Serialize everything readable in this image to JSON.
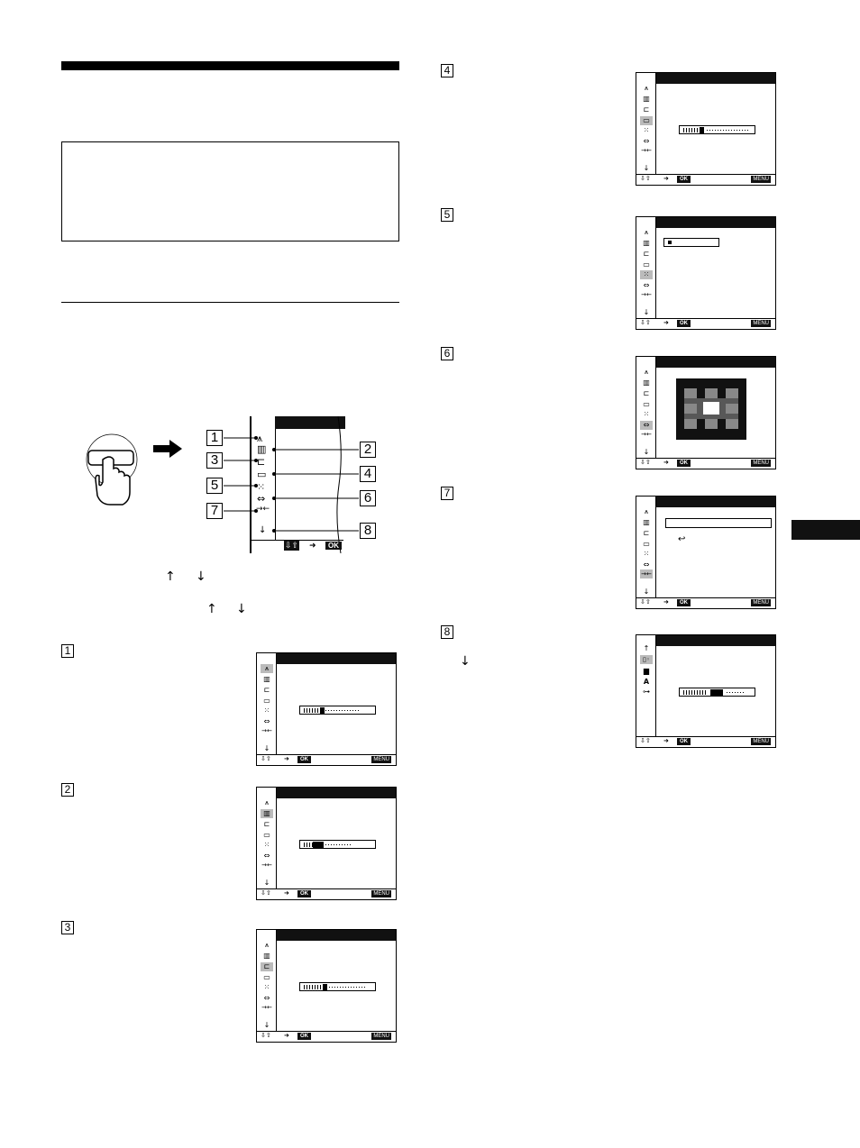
{
  "top_section": {
    "callouts": [
      "1",
      "2",
      "3",
      "4",
      "5",
      "6",
      "7",
      "8"
    ],
    "arrow_up_1": "↑",
    "arrow_down_1": "↓",
    "arrow_up_2": "↑",
    "arrow_down_2": "↓"
  },
  "main_menu_example": {
    "nav_label": "⇩⇧",
    "go_arrow": "➜",
    "ok_label": "OK"
  },
  "osd_common": {
    "nav_label": "⇩⇧",
    "go_arrow": "➜",
    "ok_label": "OK",
    "menu_label": "MENU"
  },
  "steps": [
    {
      "number": "1"
    },
    {
      "number": "2"
    },
    {
      "number": "3"
    },
    {
      "number": "4"
    },
    {
      "number": "5"
    },
    {
      "number": "6"
    },
    {
      "number": "7"
    },
    {
      "number": "8",
      "arrow": "↓"
    }
  ],
  "menu_icons": {
    "icon_1": "⩚",
    "icon_2": "▥",
    "icon_3": "⊏",
    "icon_4": "▭",
    "icon_5": "⁙",
    "icon_6": "⇔",
    "icon_7": "→←",
    "more": "↓"
  },
  "menu8_icons": {
    "up": "↑",
    "icon_1": "▯◦",
    "icon_2": "▆",
    "icon_3": "A",
    "icon_4": "⊶"
  },
  "step7_return_glyph": "↩"
}
